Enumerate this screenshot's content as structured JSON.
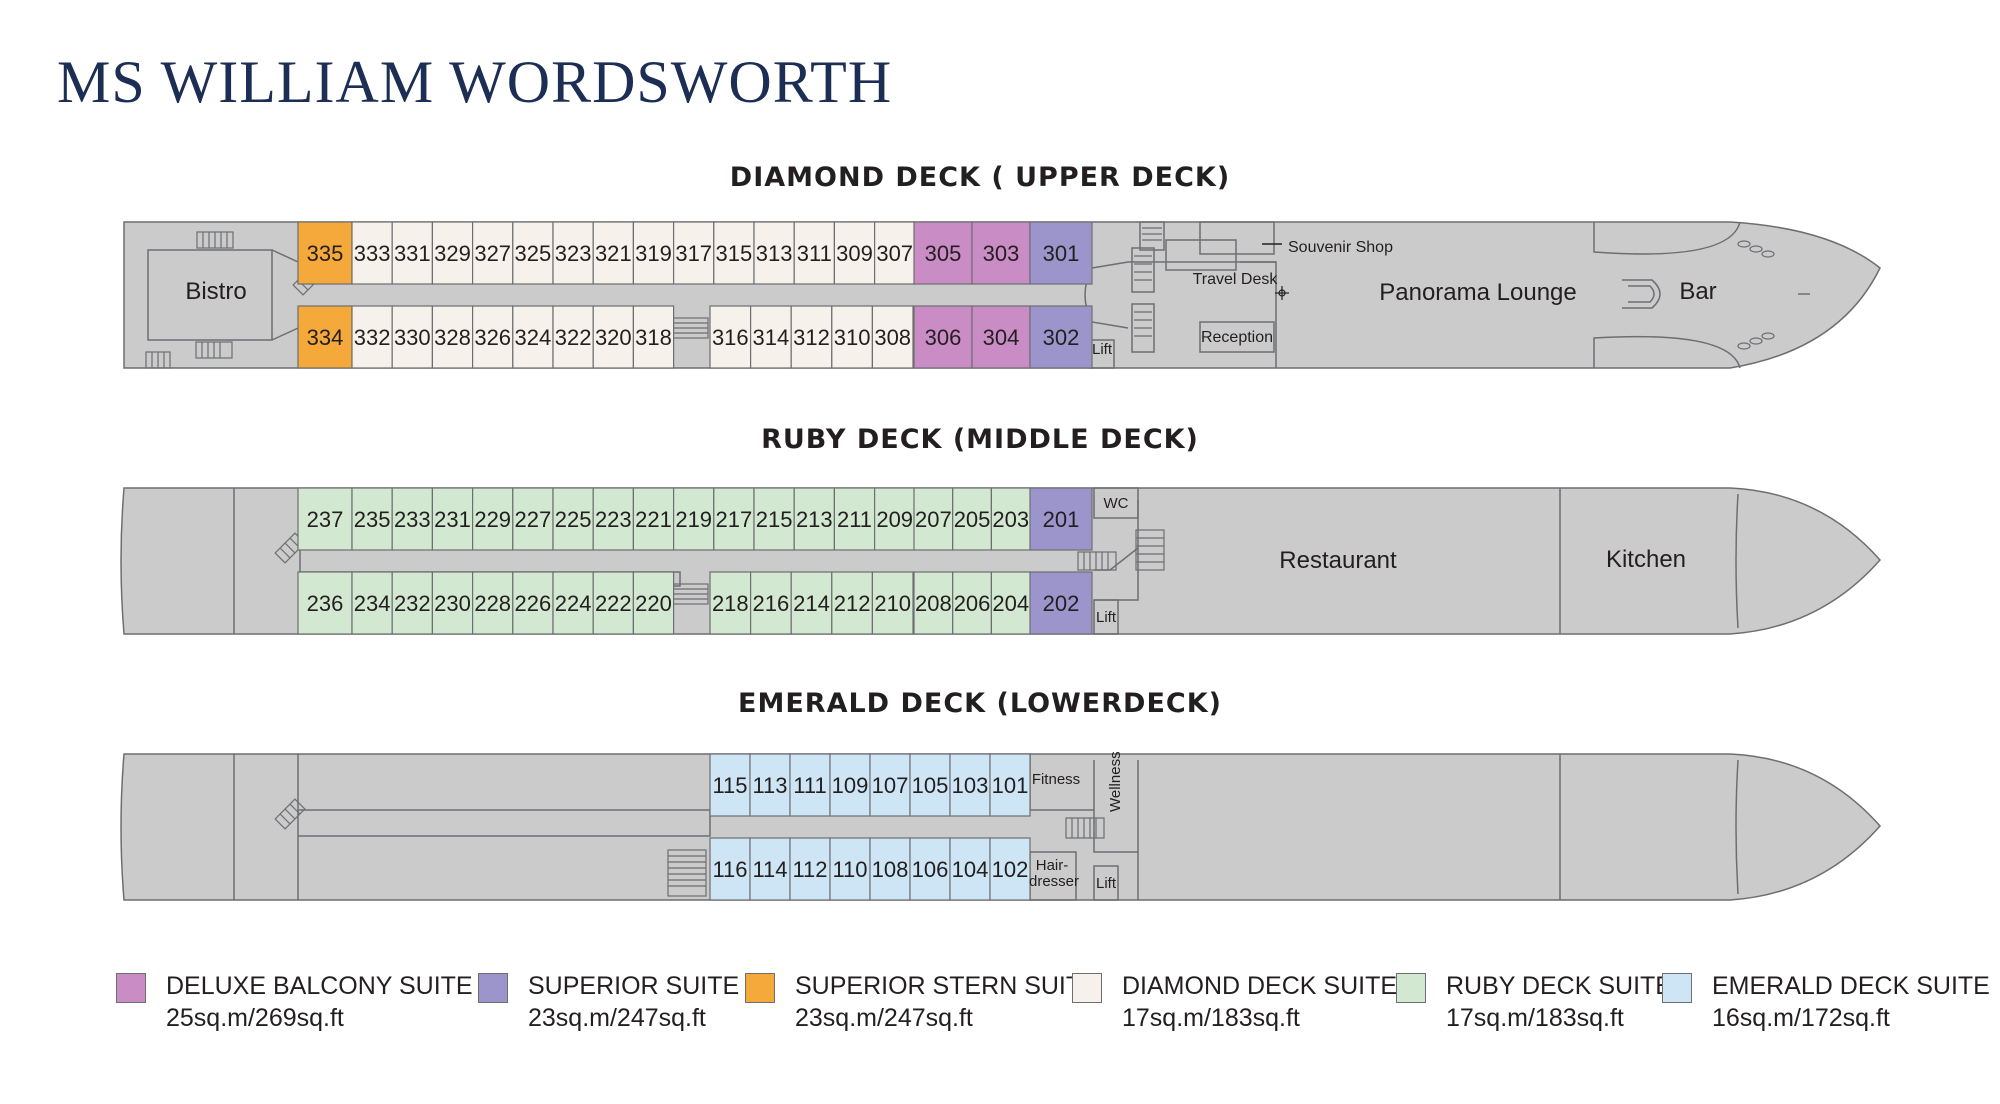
{
  "title": "MS WILLIAM WORDSWORTH",
  "colors": {
    "deluxe_balcony": "#c98cc4",
    "superior": "#9b95cc",
    "superior_stern": "#f4a93a",
    "diamond": "#f6f1ea",
    "ruby": "#d3e8d1",
    "emerald": "#cde5f4",
    "hull": "#cbcbcc",
    "outline": "#6d6e71"
  },
  "decks": {
    "diamond": {
      "title": "DIAMOND DECK ( UPPER DECK)",
      "top_row": [
        "335",
        "333",
        "331",
        "329",
        "327",
        "325",
        "323",
        "321",
        "319",
        "317",
        "315",
        "313",
        "311",
        "309",
        "307",
        "305",
        "303",
        "301"
      ],
      "bottom_row": [
        "334",
        "332",
        "330",
        "328",
        "326",
        "324",
        "322",
        "320",
        "318",
        "316",
        "314",
        "312",
        "310",
        "308",
        "306",
        "304",
        "302"
      ],
      "labels": {
        "bistro": "Bistro",
        "souvenir": "Souvenir Shop",
        "travel_desk": "Travel Desk",
        "reception": "Reception",
        "lift": "Lift",
        "lounge": "Panorama Lounge",
        "bar": "Bar"
      }
    },
    "ruby": {
      "title": "RUBY DECK (MIDDLE DECK)",
      "top_row": [
        "237",
        "235",
        "233",
        "231",
        "229",
        "227",
        "225",
        "223",
        "221",
        "219",
        "217",
        "215",
        "213",
        "211",
        "209",
        "207",
        "205",
        "203",
        "201"
      ],
      "bottom_row": [
        "236",
        "234",
        "232",
        "230",
        "228",
        "226",
        "224",
        "222",
        "220",
        "218",
        "216",
        "214",
        "212",
        "210",
        "208",
        "206",
        "204",
        "202"
      ],
      "labels": {
        "wc": "WC",
        "lift": "Lift",
        "restaurant": "Restaurant",
        "kitchen": "Kitchen"
      }
    },
    "emerald": {
      "title": "EMERALD DECK (LOWERDECK)",
      "top_row": [
        "115",
        "113",
        "111",
        "109",
        "107",
        "105",
        "103",
        "101"
      ],
      "bottom_row": [
        "116",
        "114",
        "112",
        "110",
        "108",
        "106",
        "104",
        "102"
      ],
      "labels": {
        "fitness": "Fitness",
        "wellness": "Wellness",
        "hair1": "Hair-",
        "hair2": "dresser",
        "lift": "Lift"
      }
    }
  },
  "legend": [
    {
      "name": "DELUXE BALCONY SUITE",
      "size": "25sq.m/269sq.ft",
      "color": "#c98cc4"
    },
    {
      "name": "SUPERIOR SUITE",
      "size": "23sq.m/247sq.ft",
      "color": "#9b95cc"
    },
    {
      "name": "SUPERIOR STERN SUITE",
      "size": "23sq.m/247sq.ft",
      "color": "#f4a93a"
    },
    {
      "name": "DIAMOND DECK SUITE",
      "size": "17sq.m/183sq.ft",
      "color": "#f6f1ea"
    },
    {
      "name": "RUBY DECK SUITE",
      "size": "17sq.m/183sq.ft",
      "color": "#d3e8d1"
    },
    {
      "name": "EMERALD DECK SUITE",
      "size": "16sq.m/172sq.ft",
      "color": "#cde5f4"
    }
  ]
}
